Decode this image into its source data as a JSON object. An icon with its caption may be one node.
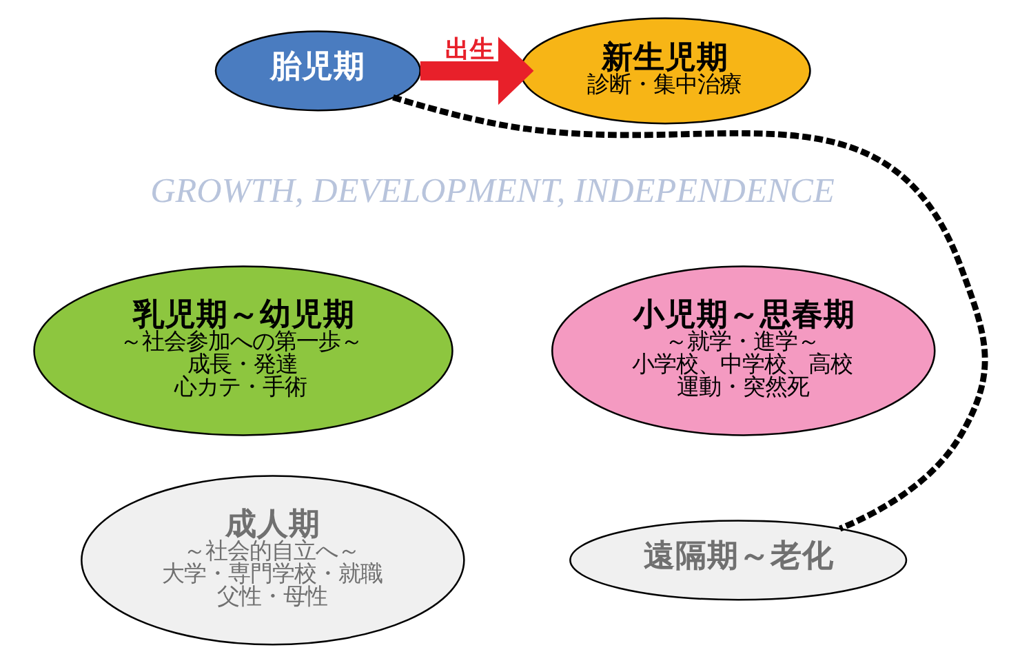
{
  "diagram": {
    "nodes": [
      {
        "text": [
          "胎児期"
        ]
      },
      {
        "text": [
          "新生児期",
          "診断・集中治療"
        ]
      },
      {
        "text": [
          "乳児期～幼児期",
          "～社会参加への第一歩～",
          "成長・発達",
          "心カテ・手術"
        ]
      },
      {
        "text": [
          "小児期～思春期",
          "～就学・進学～",
          "小学校、中学校、高校",
          "運動・突然死"
        ]
      },
      {
        "text": [
          "成人期",
          "～社会的自立へ～",
          "大学・専門学校・就職",
          "父性・母性"
        ]
      },
      {
        "text": [
          "遠隔期～老化"
        ]
      }
    ],
    "edges": [
      {
        "from": 0,
        "to": 1,
        "arrow": "to",
        "label": "出生",
        "style": "thick",
        "color": "#e8202a"
      },
      {
        "from": 0,
        "to": 5,
        "arrow": "none",
        "style": "dashed",
        "color": "#000000"
      }
    ],
    "labels": [
      "GROWTH, DEVELOPMENT, INDEPENDENCE"
    ]
  }
}
